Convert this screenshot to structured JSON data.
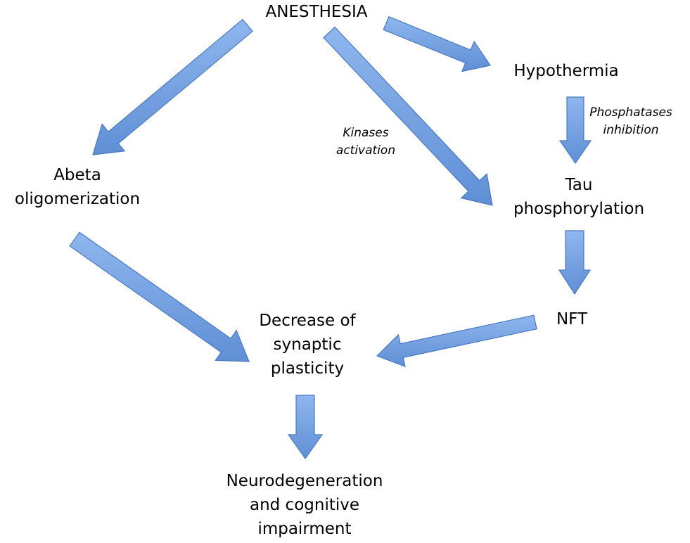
{
  "nodes": {
    "anesthesia": {
      "lines": [
        "ANESTHESIA"
      ]
    },
    "hypothermia": {
      "lines": [
        "Hypothermia"
      ]
    },
    "abeta": {
      "lines": [
        "Abeta",
        "oligomerization"
      ]
    },
    "tau": {
      "lines": [
        "Tau",
        "phosphorylation"
      ]
    },
    "nft": {
      "lines": [
        "NFT"
      ]
    },
    "synaptic": {
      "lines": [
        "Decrease of",
        "synaptic",
        "plasticity"
      ]
    },
    "neuro": {
      "lines": [
        "Neurodegeneration",
        "and cognitive",
        "impairment"
      ]
    }
  },
  "edge_labels": {
    "kinases": {
      "lines": [
        "Kinases",
        "activation"
      ]
    },
    "phosphatases": {
      "lines": [
        "Phosphatases",
        "inhibition"
      ]
    }
  },
  "edges": [
    {
      "from": "anesthesia",
      "to": "abeta"
    },
    {
      "from": "anesthesia",
      "to": "tau",
      "label": "kinases"
    },
    {
      "from": "anesthesia",
      "to": "hypothermia"
    },
    {
      "from": "hypothermia",
      "to": "tau",
      "label": "phosphatases"
    },
    {
      "from": "tau",
      "to": "nft"
    },
    {
      "from": "abeta",
      "to": "synaptic"
    },
    {
      "from": "nft",
      "to": "synaptic"
    },
    {
      "from": "synaptic",
      "to": "neuro"
    }
  ],
  "colors": {
    "arrow_fill": "#6d9de0",
    "arrow_stroke": "#4a79c0",
    "text": "#000000"
  }
}
